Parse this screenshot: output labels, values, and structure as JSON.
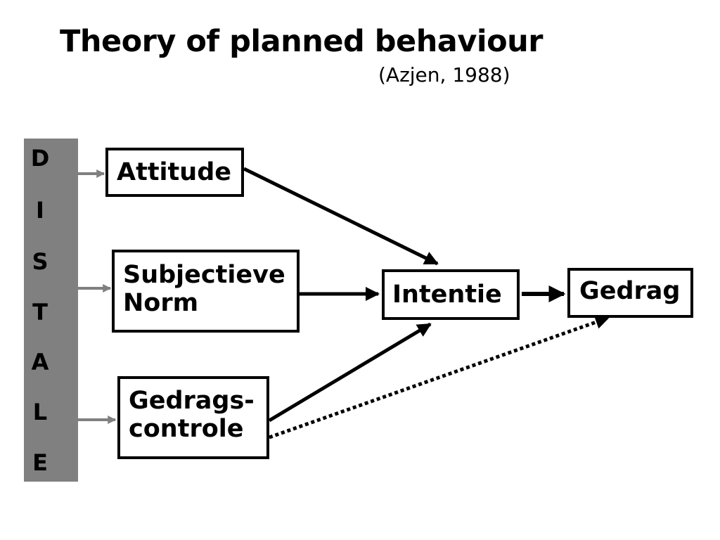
{
  "title": "Theory of planned behaviour",
  "subtitle": "(Azjen, 1988)",
  "sidebar": {
    "letters": [
      "D",
      "I",
      "S",
      "T",
      "A",
      "L",
      "E"
    ]
  },
  "nodes": {
    "attitude": {
      "lines": [
        "Attitude"
      ]
    },
    "subjective_norm": {
      "lines": [
        "Subjectieve",
        "Norm"
      ]
    },
    "behavioral_control": {
      "lines": [
        "Gedrags-",
        "controle"
      ]
    },
    "intention": {
      "lines": [
        "Intentie"
      ]
    },
    "behavior": {
      "lines": [
        "Gedrag"
      ]
    }
  },
  "colors": {
    "sidebar": "#808080",
    "sidebar_arrows": "#808080",
    "main_arrows": "#000000",
    "box_border": "#000000"
  }
}
